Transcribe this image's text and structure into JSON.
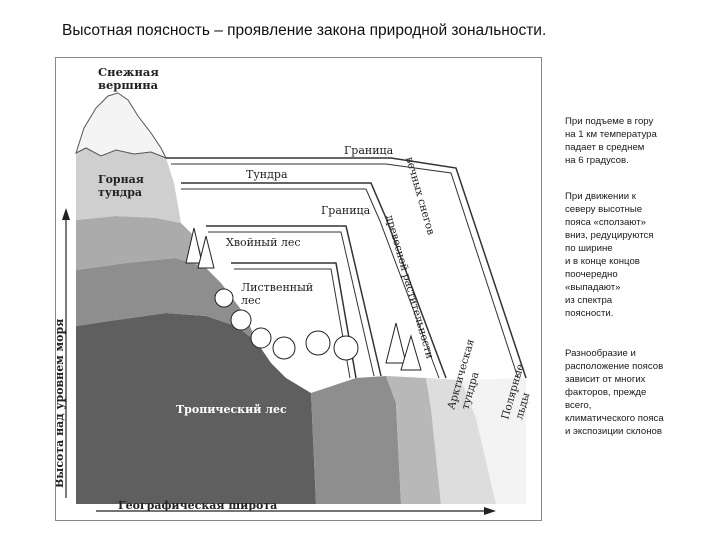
{
  "title": "Высотная поясность – проявление закона природной зональности.",
  "diagram": {
    "snow_peak": "Снежная\nвершина",
    "mountain_tundra": "Горная\nтундра",
    "tundra": "Тундра",
    "boundary_1": "Граница",
    "boundary_2": "Граница",
    "snow_line": "вечных снегов",
    "tree_line": "древесной растительности",
    "coniferous": "Хвойный лес",
    "deciduous": "Лиственный\nлес",
    "tropical": "Тропический лес",
    "arctic_tundra": "Арктическая\nтундра",
    "polar_ice": "Полярные\nльды",
    "y_axis": "Высота над уровнем моря",
    "x_axis": "Географическая широта"
  },
  "side_notes": [
    "При подъеме в гору\nна 1 км температура\nпадает в среднем\nна 6 градусов.",
    "При движении к\nсеверу высотные\nпояса «сползают»\nвниз, редуцируются\nпо ширине\nи в конце концов\nпоочередно\n«выпадают»\nиз спектра\nпоясности.",
    "Разнообразие и\nрасположение поясов\nзависит от многих\nфакторов, прежде\nвсего,\nклиматического пояса\nи экспозиции склонов"
  ]
}
